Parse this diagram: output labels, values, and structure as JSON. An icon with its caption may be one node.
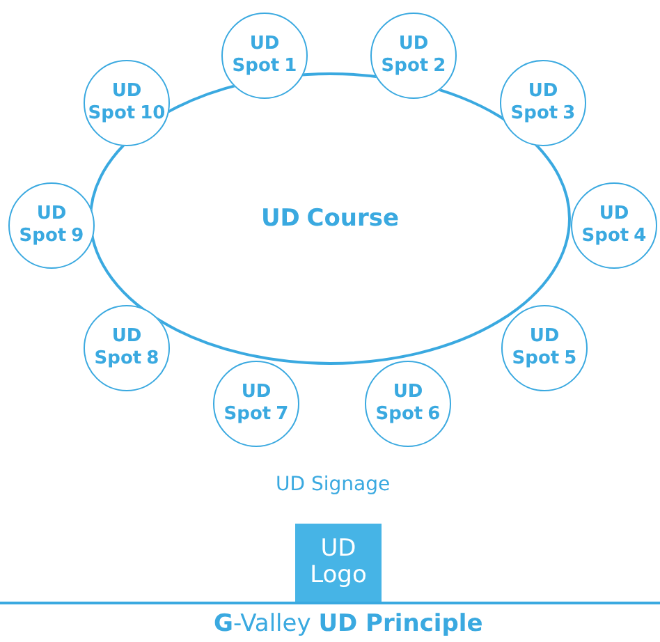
{
  "diagram": {
    "nodes": [
      {
        "text": [
          "UD Course"
        ]
      },
      {
        "text": [
          "UD Spot 1"
        ]
      },
      {
        "text": [
          "UD Spot 2"
        ]
      },
      {
        "text": [
          "UD Spot 3"
        ]
      },
      {
        "text": [
          "UD Spot 4"
        ]
      },
      {
        "text": [
          "UD Spot 5"
        ]
      },
      {
        "text": [
          "UD Spot 6"
        ]
      },
      {
        "text": [
          "UD Spot 7"
        ]
      },
      {
        "text": [
          "UD Spot 8"
        ]
      },
      {
        "text": [
          "UD Spot 9"
        ]
      },
      {
        "text": [
          "UD Spot 10"
        ]
      },
      {
        "text": [
          "UD Logo"
        ]
      }
    ],
    "labels": [
      "UD Signage",
      "**G**-Valley **UD Principle**"
    ]
  }
}
